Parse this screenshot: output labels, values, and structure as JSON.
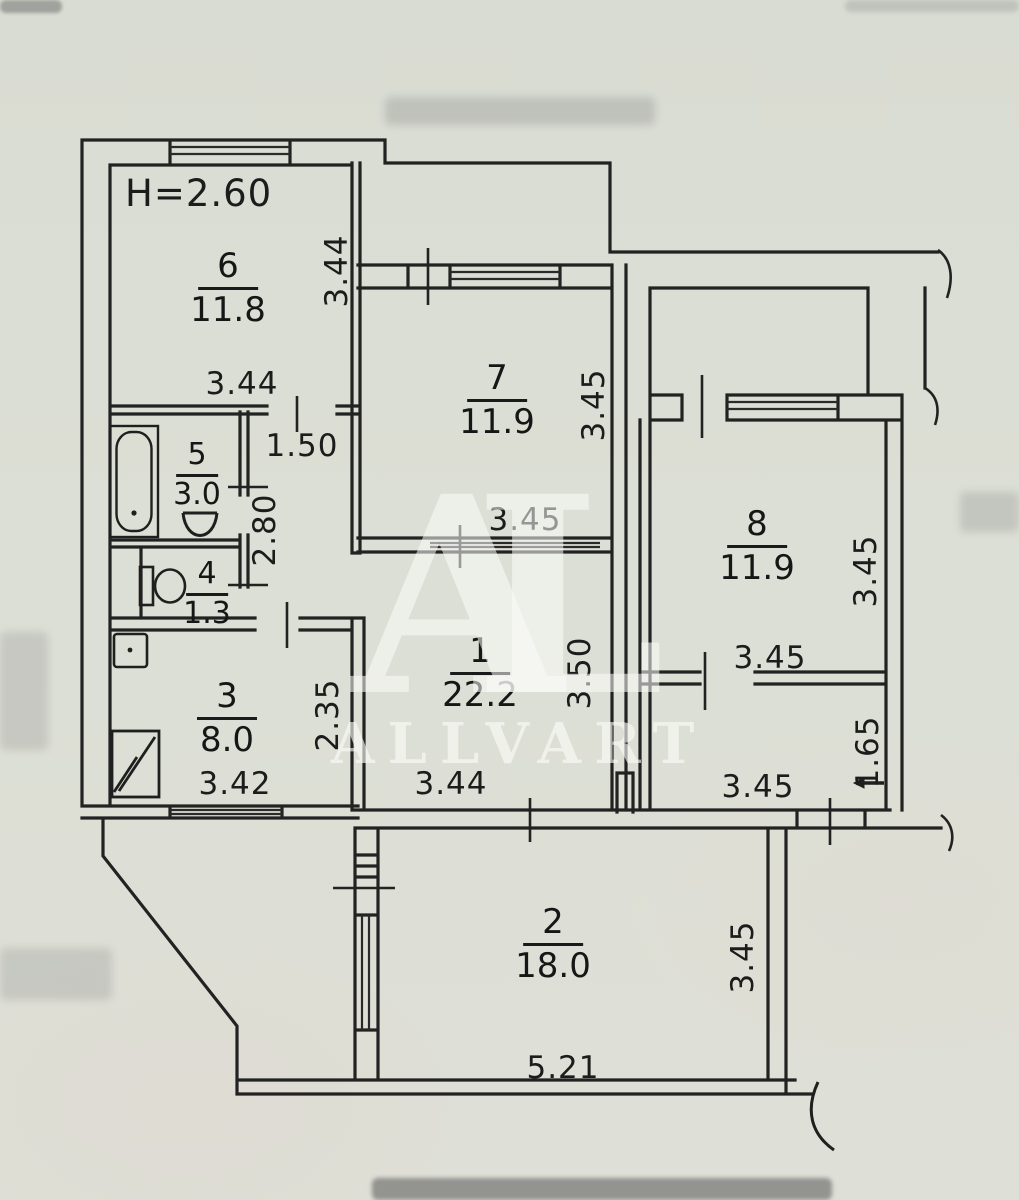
{
  "plan": {
    "ceiling_height": "H=2.60",
    "watermark": {
      "monogram_a": "A",
      "monogram_l": "L",
      "name": "ALLVART"
    },
    "rooms": [
      {
        "no": "6",
        "area": "11.8"
      },
      {
        "no": "7",
        "area": "11.9"
      },
      {
        "no": "8",
        "area": "11.9"
      },
      {
        "no": "1",
        "area": "22.2"
      },
      {
        "no": "2",
        "area": "18.0"
      },
      {
        "no": "3",
        "area": "8.0"
      },
      {
        "no": "4",
        "area": "1.3"
      },
      {
        "no": "5",
        "area": "3.0"
      }
    ],
    "dims": [
      {
        "text": "3.44"
      },
      {
        "text": "3.44"
      },
      {
        "text": "1.50"
      },
      {
        "text": "2.80"
      },
      {
        "text": "3.45"
      },
      {
        "text": "3.45"
      },
      {
        "text": "3.45"
      },
      {
        "text": "3.45"
      },
      {
        "text": "3.50"
      },
      {
        "text": "1.65"
      },
      {
        "text": "3.45"
      },
      {
        "text": "2.35"
      },
      {
        "text": "3.42"
      },
      {
        "text": "3.44"
      },
      {
        "text": "3.45"
      },
      {
        "text": "5.21"
      }
    ]
  }
}
